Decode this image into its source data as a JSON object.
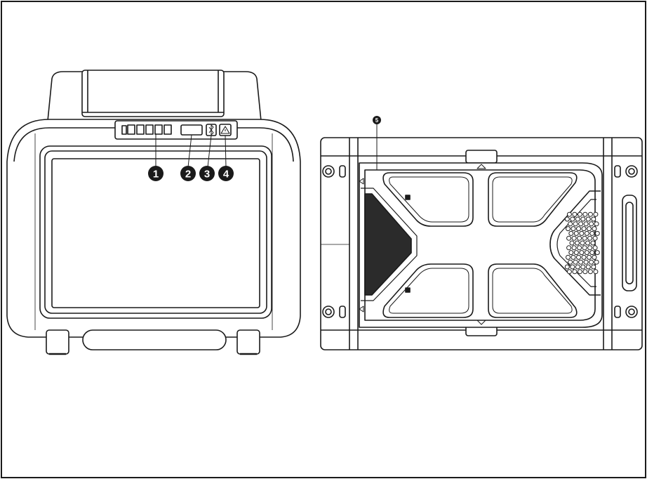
{
  "callouts": [
    {
      "id": 1,
      "label": "1"
    },
    {
      "id": 2,
      "label": "2"
    },
    {
      "id": 3,
      "label": "3"
    },
    {
      "id": 4,
      "label": "4"
    },
    {
      "id": 5,
      "label": "5"
    }
  ],
  "icons": {
    "battery": "battery-level-icon",
    "display": "display-window-icon",
    "bluetooth": "bluetooth-icon",
    "warning": "warning-triangle-icon"
  },
  "colors": {
    "line": "#1a1a1a",
    "fill": "#ffffff",
    "grille": "#2b2b2b"
  }
}
